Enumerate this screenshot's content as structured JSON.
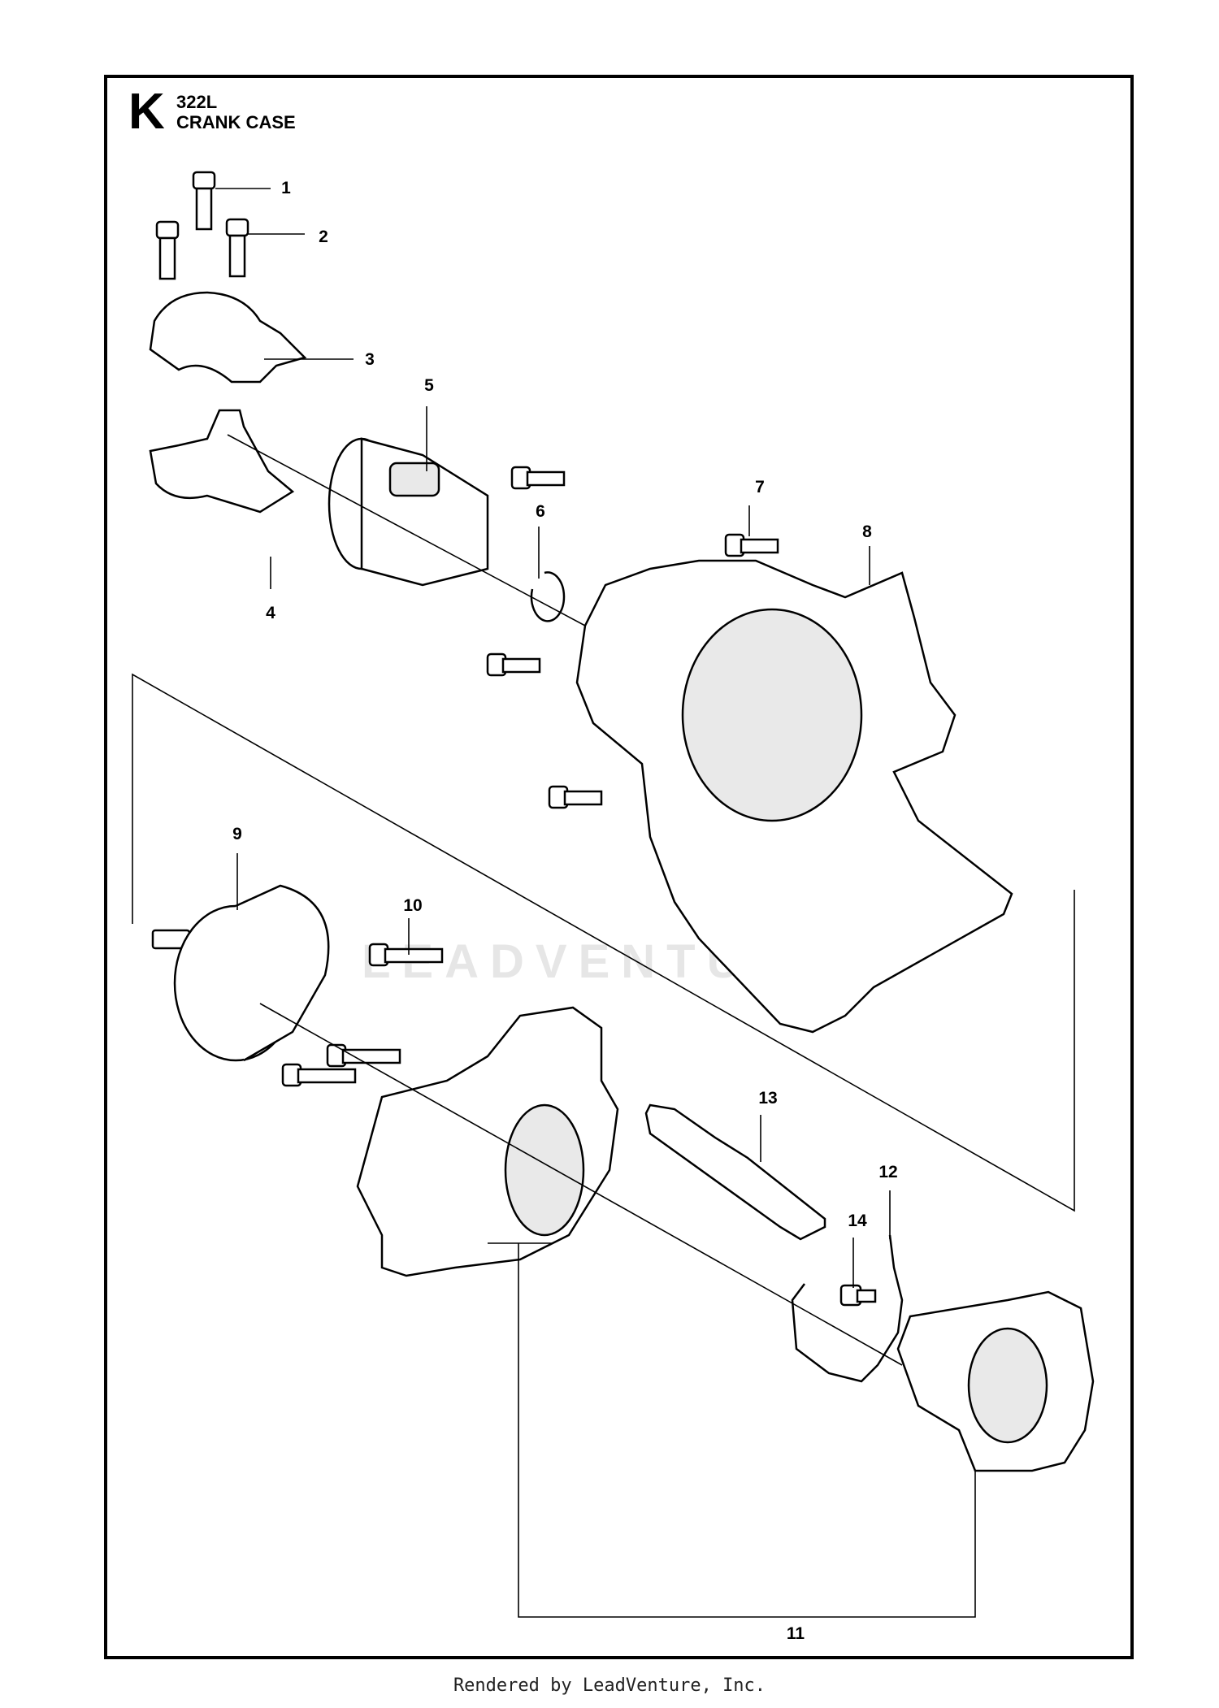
{
  "header": {
    "section_letter": "K",
    "model": "322L",
    "section_name": "CRANK CASE"
  },
  "watermark": "LEADVENTURE",
  "callouts": [
    {
      "id": "1",
      "label": "1"
    },
    {
      "id": "2",
      "label": "2"
    },
    {
      "id": "3",
      "label": "3"
    },
    {
      "id": "4",
      "label": "4"
    },
    {
      "id": "5",
      "label": "5"
    },
    {
      "id": "6",
      "label": "6"
    },
    {
      "id": "7",
      "label": "7"
    },
    {
      "id": "8",
      "label": "8"
    },
    {
      "id": "9",
      "label": "9"
    },
    {
      "id": "10",
      "label": "10"
    },
    {
      "id": "11",
      "label": "11"
    },
    {
      "id": "12",
      "label": "12"
    },
    {
      "id": "13",
      "label": "13"
    },
    {
      "id": "14",
      "label": "14"
    }
  ],
  "footer": "Rendered by LeadVenture, Inc."
}
